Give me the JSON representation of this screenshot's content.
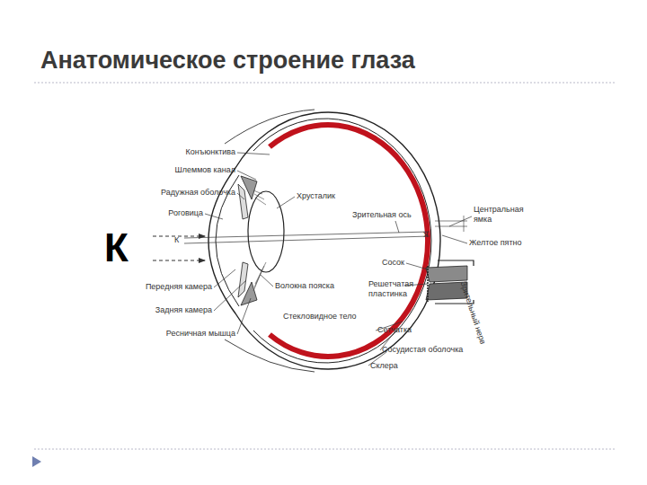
{
  "diagram": {
    "title": "Анатомическое строение глаза",
    "labels": [
      "Конъюнктива",
      "Шлеммов канал",
      "Радужная оболочка",
      "Роговица",
      "Передняя камера",
      "Задняя камера",
      "Ресничная мышца",
      "Хрусталик",
      "Зрительная ось",
      "Центральная ямка",
      "Желтое пятно",
      "Сосок",
      "Решетчатая пластинка",
      "Зрительный нерв",
      "Волокна пояска",
      "Стекловидное тело",
      "Сетчатка",
      "Сосудистая оболочка",
      "Склера",
      "К",
      "К",
      "К"
    ]
  }
}
